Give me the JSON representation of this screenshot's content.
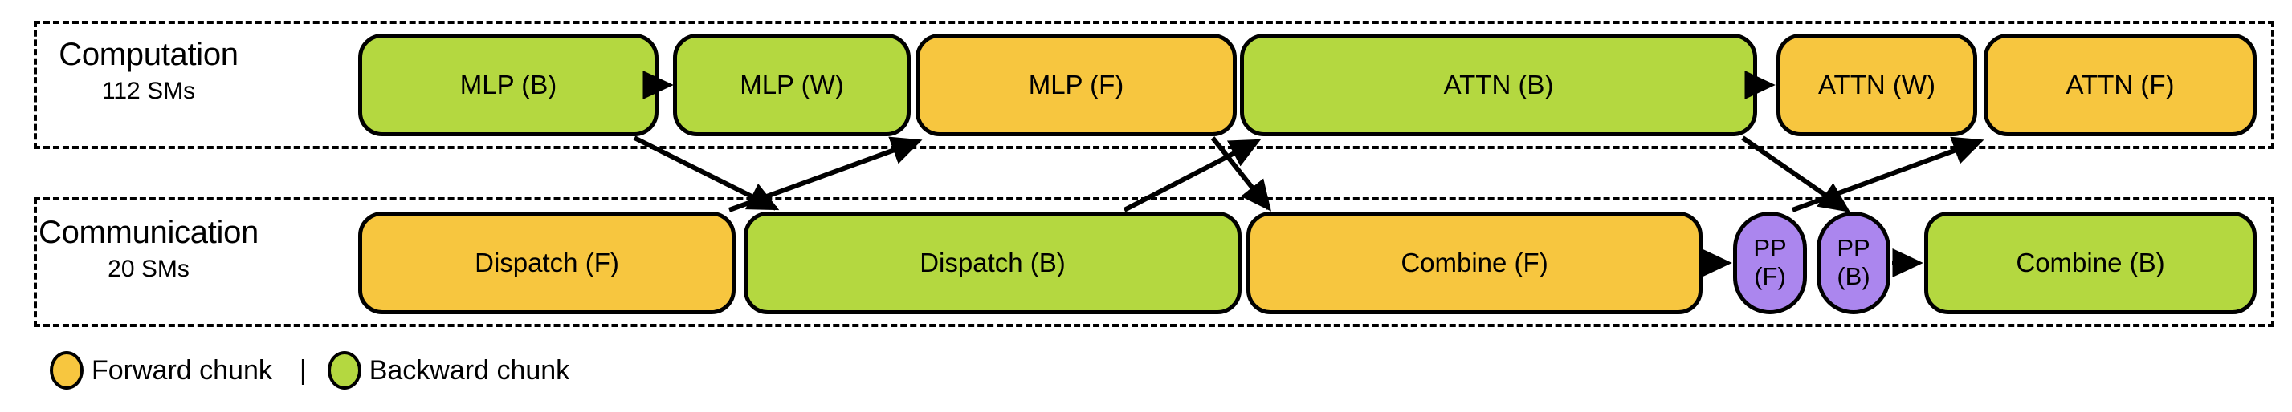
{
  "lanes": [
    {
      "id": "computation",
      "name": "Computation",
      "sms": "112 SMs",
      "blocks": [
        {
          "label": "MLP (B)",
          "chunk": "backward",
          "color": "#b4d840"
        },
        {
          "label": "MLP (W)",
          "chunk": "backward",
          "color": "#b4d840"
        },
        {
          "label": "MLP (F)",
          "chunk": "forward",
          "color": "#f7c63f"
        },
        {
          "label": "ATTN (B)",
          "chunk": "backward",
          "color": "#b4d840"
        },
        {
          "label": "ATTN (W)",
          "chunk": "forward",
          "color": "#f7c63f"
        },
        {
          "label": "ATTN (F)",
          "chunk": "forward",
          "color": "#f7c63f"
        }
      ]
    },
    {
      "id": "communication",
      "name": "Communication",
      "sms": "20 SMs",
      "blocks": [
        {
          "label": "Dispatch (F)",
          "chunk": "forward",
          "color": "#f7c63f"
        },
        {
          "label": "Dispatch (B)",
          "chunk": "backward",
          "color": "#b4d840"
        },
        {
          "label": "Combine (F)",
          "chunk": "forward",
          "color": "#f7c63f"
        },
        {
          "label": "PP\n(F)",
          "chunk": "pp",
          "color": "#ab86ee"
        },
        {
          "label": "PP\n(B)",
          "chunk": "pp",
          "color": "#ab86ee"
        },
        {
          "label": "Combine (B)",
          "chunk": "backward",
          "color": "#b4d840"
        }
      ]
    }
  ],
  "legend": {
    "forward_label": "Forward chunk",
    "separator": "|",
    "backward_label": "Backward chunk",
    "forward_color": "#f7c63f",
    "backward_color": "#b4d840"
  },
  "colors": {
    "forward": "#f7c63f",
    "backward": "#b4d840",
    "pipeline": "#ab86ee",
    "outline": "#000000",
    "background": "#ffffff"
  }
}
